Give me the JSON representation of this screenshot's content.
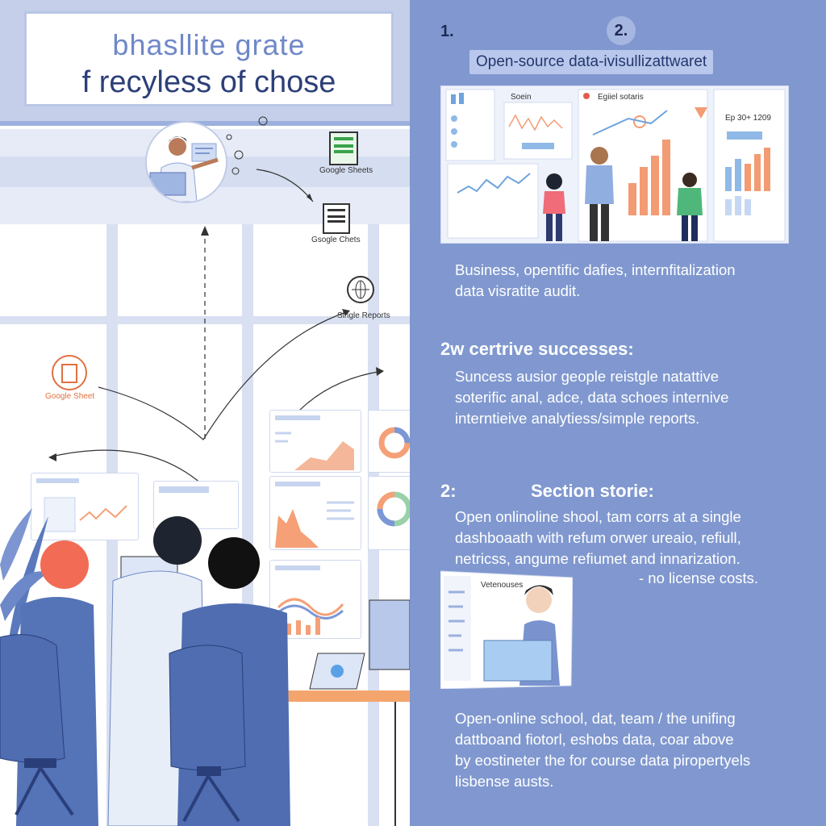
{
  "left": {
    "title_line1": "bhasllite grate",
    "title_line2": "f recyless of chose",
    "labels": {
      "google_sheets_top": "Google Sheets",
      "google_charts": "Gsogle Chets",
      "single_reports": "Single Reports",
      "google_sheet_left": "Google Sheet"
    }
  },
  "right": {
    "step1": "1.",
    "step2": "2.",
    "subtitle": "Open-source data-ivisullizattwaret",
    "collage": {
      "label_a": "Soein",
      "label_b": "Egiiel sotaris",
      "label_c": "Ep 30+ 1209"
    },
    "para1": [
      "Business, opentific dafies, internfitalization",
      "data visratite audit."
    ],
    "heading1": "2w certrive successes:",
    "para2": [
      "Suncess ausior geople reistgle natattive",
      "soterific anal, adce, data schoes internive",
      "interntieive analytiess/simple reports."
    ],
    "section_num": "2:",
    "section_title": "Section storie:",
    "para3": [
      "Open onlinoline shool, tam corrs at a single",
      "dashboaath with refum orwer ureaio, refiull,",
      "netricss, angume refiumet and innarization.",
      "- no license costs."
    ],
    "para4": [
      "Open-online school, dat, team / the unifing",
      "dattboand fiotorl, eshobs data, coar above",
      "by eostineter the for course data piropertyels",
      "lisbense austs."
    ],
    "mini_window_title": "Vetenouses"
  },
  "colors": {
    "accent_blue": "#8098cf",
    "title_blue": "#6f88c9",
    "title_dark": "#2c3f78",
    "chart_orange": "#f5a077",
    "chair_blue": "#4f6db0"
  }
}
